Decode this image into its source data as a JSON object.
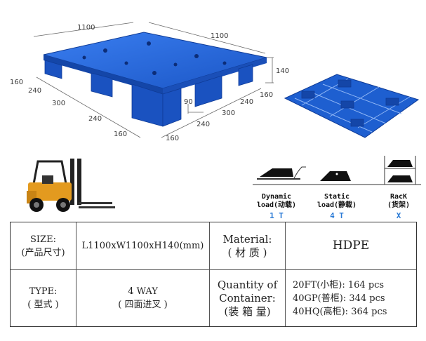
{
  "pallet_dimensions": {
    "length_top": "1100",
    "width_top": "1100",
    "height": "140",
    "left_segments": [
      "160",
      "240",
      "300",
      "240",
      "160"
    ],
    "right_segments": [
      "160",
      "240",
      "300",
      "240",
      "160"
    ],
    "runner_width": "90"
  },
  "load_types": [
    {
      "label": "Dynamic",
      "label_cn": "load(动载)",
      "capacity": "1 T"
    },
    {
      "label": "Static",
      "label_cn": "load(静载)",
      "capacity": "4 T"
    },
    {
      "label": "RacK",
      "label_cn": "(货架)",
      "capacity": "X"
    }
  ],
  "spec_table": {
    "size_label": "SIZE:",
    "size_label_cn": "(产品尺寸)",
    "size_value": "L1100xW1100xH140(mm)",
    "material_label": "Material:",
    "material_label_cn": "( 材 质 )",
    "material_value": "HDPE",
    "type_label": "TYPE:",
    "type_label_cn": "( 型式 )",
    "type_value": "4 WAY",
    "type_value_cn": "( 四面进叉 )",
    "quantity_label": "Quantity of",
    "quantity_label_2": "Container:",
    "quantity_label_cn": "(装 箱 量)",
    "container_rows": [
      "20FT(小柜): 164 pcs",
      "40GP(普柜): 344 pcs",
      "40HQ(高柜): 364 pcs"
    ]
  },
  "colors": {
    "pallet_blue": "#1e5fd0",
    "pallet_dark": "#1446a8",
    "capacity_blue": "#2b7bd6",
    "forklift_orange": "#e39a1f"
  }
}
